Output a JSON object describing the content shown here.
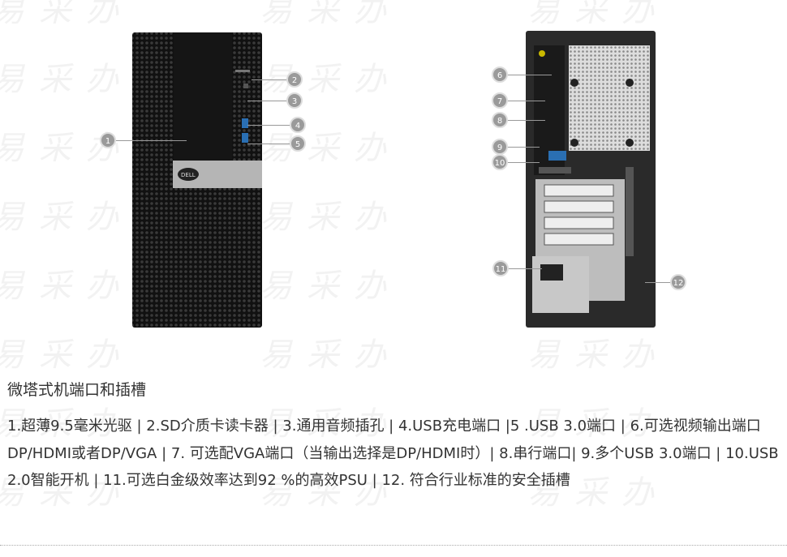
{
  "watermark": "易采办",
  "front_brand": "DELL",
  "callouts_front": [
    "1",
    "2",
    "3",
    "4",
    "5"
  ],
  "callouts_back": [
    "6",
    "7",
    "8",
    "9",
    "10",
    "11",
    "12"
  ],
  "title": "微塔式机端口和插槽",
  "description": "1.超薄9.5毫米光驱 | 2.SD介质卡读卡器 | 3.通用音频插孔 | 4.USB充电端口 |5 .USB 3.0端口 | 6.可选视频输出端口DP/HDMI或者DP/VGA | 7. 可选配VGA端口（当输出选择是DP/HDMI时）| 8.串行端口| 9.多个USB 3.0端口 | 10.USB 2.0智能开机 | 11.可选白金级效率达到92 %的高效PSU | 12. 符合行业标准的安全插槽"
}
